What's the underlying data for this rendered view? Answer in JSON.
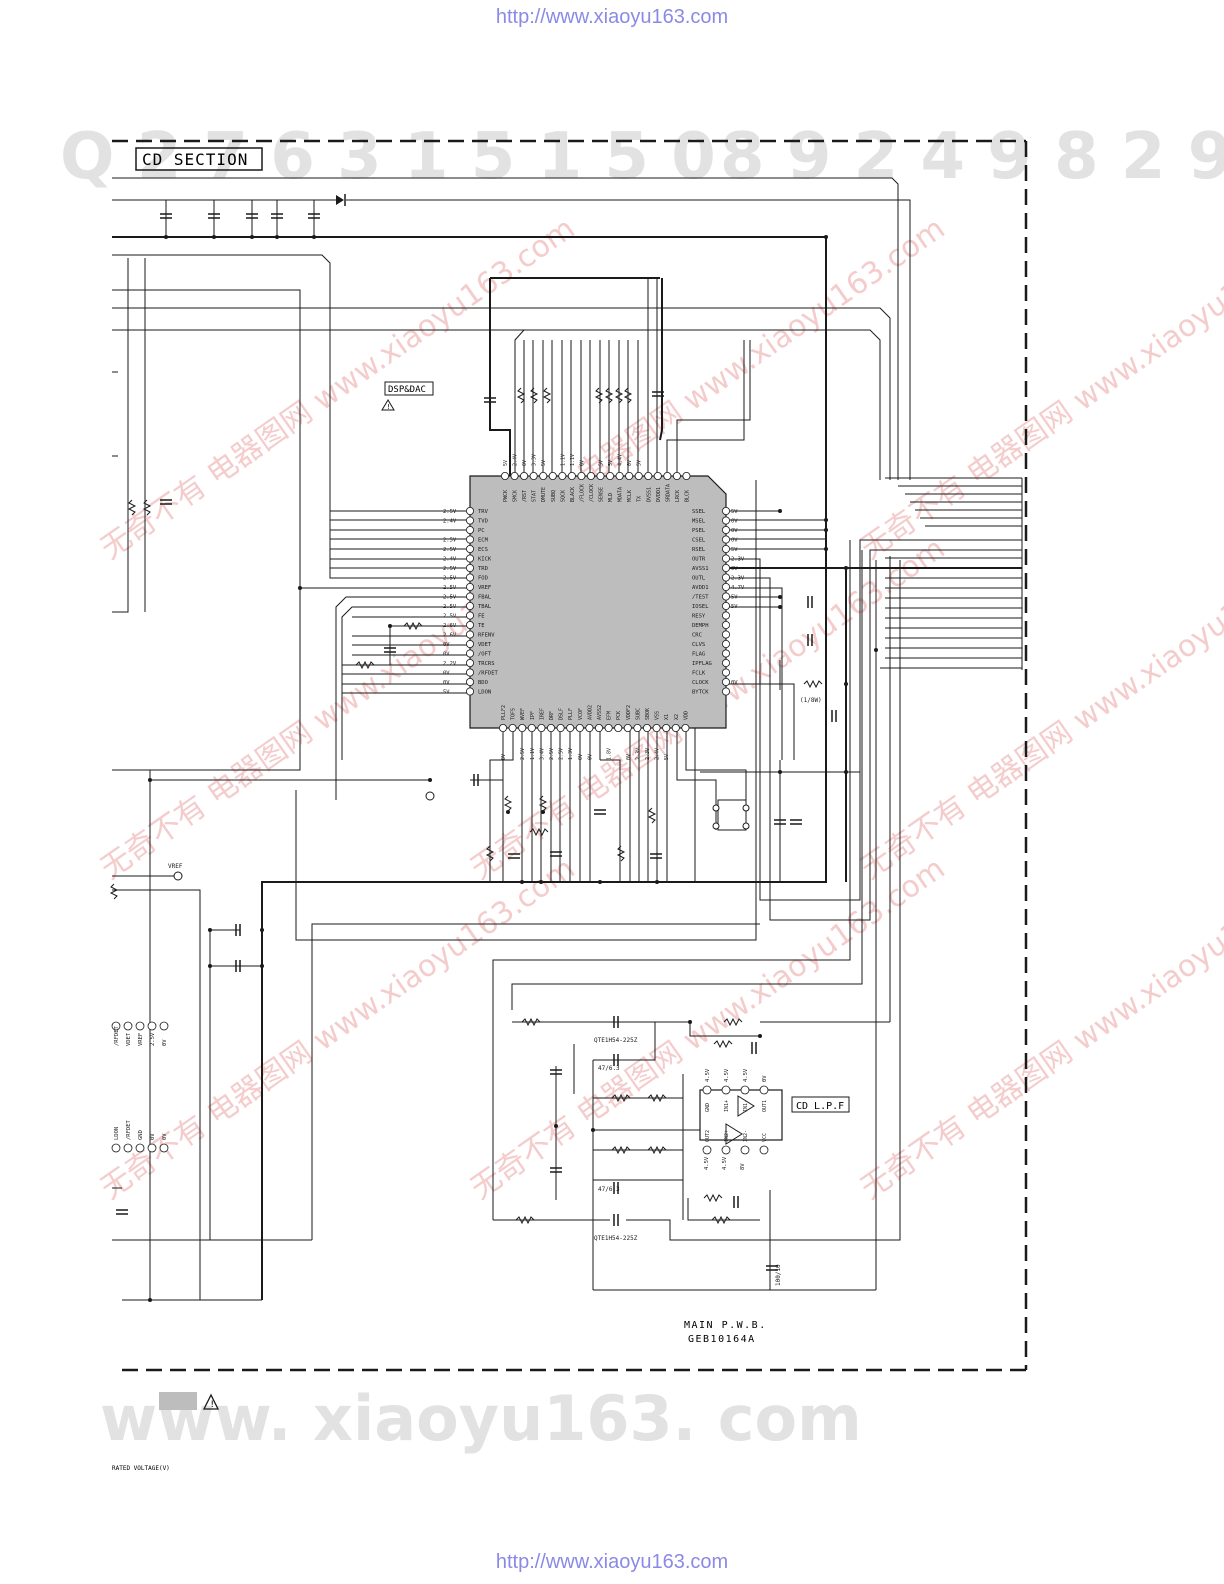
{
  "header": {
    "url": "http://www.xiaoyu163.com"
  },
  "footer": {
    "url": "http://www.xiaoyu163.com"
  },
  "section_title": "CD SECTION",
  "ic_main": {
    "label": "DSP&DAC",
    "top_pins": [
      "PWCK",
      "SMCK",
      "/RST",
      "STAT",
      "DMUTE",
      "SUBQ",
      "SQCK",
      "BLACK",
      "/FLOCK",
      "/CLOCK",
      "SENSE",
      "MLD",
      "MDATA",
      "MCLK",
      "TX",
      "DVSS1",
      "DVDD1",
      "SRDATA",
      "LRCK",
      "BLCK"
    ],
    "top_volts": [
      "5V",
      "2.4V",
      "0V",
      "3.3V",
      "5V",
      "",
      "1.1V",
      "1.1V",
      "0V",
      "",
      "5V",
      "5V",
      "4.4V",
      "0V",
      "5V"
    ],
    "left_pins": [
      "TRV",
      "TVD",
      "PC",
      "ECM",
      "ECS",
      "KICK",
      "TRD",
      "FOD",
      "VREF",
      "FBAL",
      "TBAL",
      "FE",
      "TE",
      "RFENV",
      "VDET",
      "/OFT",
      "TRCRS",
      "/RFDET",
      "BDO",
      "LDON"
    ],
    "left_volts": [
      "2.5V",
      "2.4V",
      "",
      "2.5V",
      "2.5V",
      "2.4V",
      "2.5V",
      "2.5V",
      "2.5V",
      "2.5V",
      "2.5V",
      "2.5V",
      "2.6V",
      "2.6V",
      "0V",
      "0V",
      "2.2V",
      "0V",
      "0V",
      "5V"
    ],
    "right_pins": [
      "SSEL",
      "MSEL",
      "PSEL",
      "CSEL",
      "RSEL",
      "OUTR",
      "AVSS1",
      "OUTL",
      "AVDD1",
      "/TEST",
      "IOSEL",
      "RESY",
      "DEMPH",
      "CRC",
      "CLVS",
      "FLAG",
      "IPFLAG",
      "FCLK",
      "CLOCK",
      "BYTCK"
    ],
    "right_volts": [
      "5V",
      "0V",
      "0V",
      "0V",
      "5V",
      "2.3V",
      "0V",
      "2.3V",
      "4.7V",
      "5V",
      "5V",
      "",
      "",
      "",
      "",
      "",
      "",
      "",
      "0V",
      ""
    ],
    "bottom_pins": [
      "PLLF2",
      "TOFS",
      "WVEF",
      "IPF",
      "IREF",
      "DRF",
      "DSLF",
      "PLLF",
      "VCOF",
      "AVDD2",
      "AVSS2",
      "EFM",
      "PCK",
      "VDDF2",
      "SUBC",
      "SBOK",
      "VSS",
      "X1",
      "X2",
      "VDD"
    ],
    "bottom_volts": [
      "0V",
      "",
      "2.5V",
      "1.1V",
      "3.4V",
      "2.5V",
      "2.5V",
      "1.3V",
      "0V",
      "0V",
      "",
      "1.8V",
      "",
      "0V",
      "2.3V",
      "2.3V",
      "2.4V",
      "5V"
    ]
  },
  "ic_lpf": {
    "label": "CD L.P.F",
    "pins_top": [
      "OUT1",
      "IN1-",
      "IN1+",
      "GND"
    ],
    "pins_bottom": [
      "VCC",
      "IN2-",
      "IN2+",
      "OUT2"
    ],
    "volts_top": [
      "0V",
      "4.5V",
      "4.5V",
      "4.5V"
    ],
    "volts_bottom": [
      "4.5V",
      "4.5V",
      "8V"
    ]
  },
  "labels": {
    "vref": "VREF",
    "qte_top": "QTE1H54-225Z",
    "qte_bottom": "QTE1H54-225Z",
    "cap1": "47/6.3",
    "cap2": "47/6.3",
    "cap3": "100/10",
    "res_note": "(1/8W)",
    "left_pins": [
      "/RFDET",
      "VDET",
      "VREF",
      "2.5V",
      "0V"
    ],
    "left_pins2": [
      "LDON",
      "/RFDET",
      "GND",
      "0V",
      "0V"
    ]
  },
  "board": {
    "line1": "MAIN P.W.B.",
    "line2": "GEB10164A"
  },
  "legend": {
    "rated": "RATED VOLTAGE(V)"
  },
  "watermark": {
    "phone": "Q 2 7 6 3 1 5 1 5 0",
    "phone2": "8 9 2 4 9 8 2 9 9",
    "site": "www. xiaoyu163. com",
    "cn": "无奇不有 电器图网 www.xiaoyu163.com"
  },
  "colors": {
    "line": "#1a1a1a",
    "ic_fill": "#bdbdbd",
    "watermark": "#d8d8d8",
    "watermark_red": "#f2c6c6",
    "url": "#8a8ae6"
  }
}
